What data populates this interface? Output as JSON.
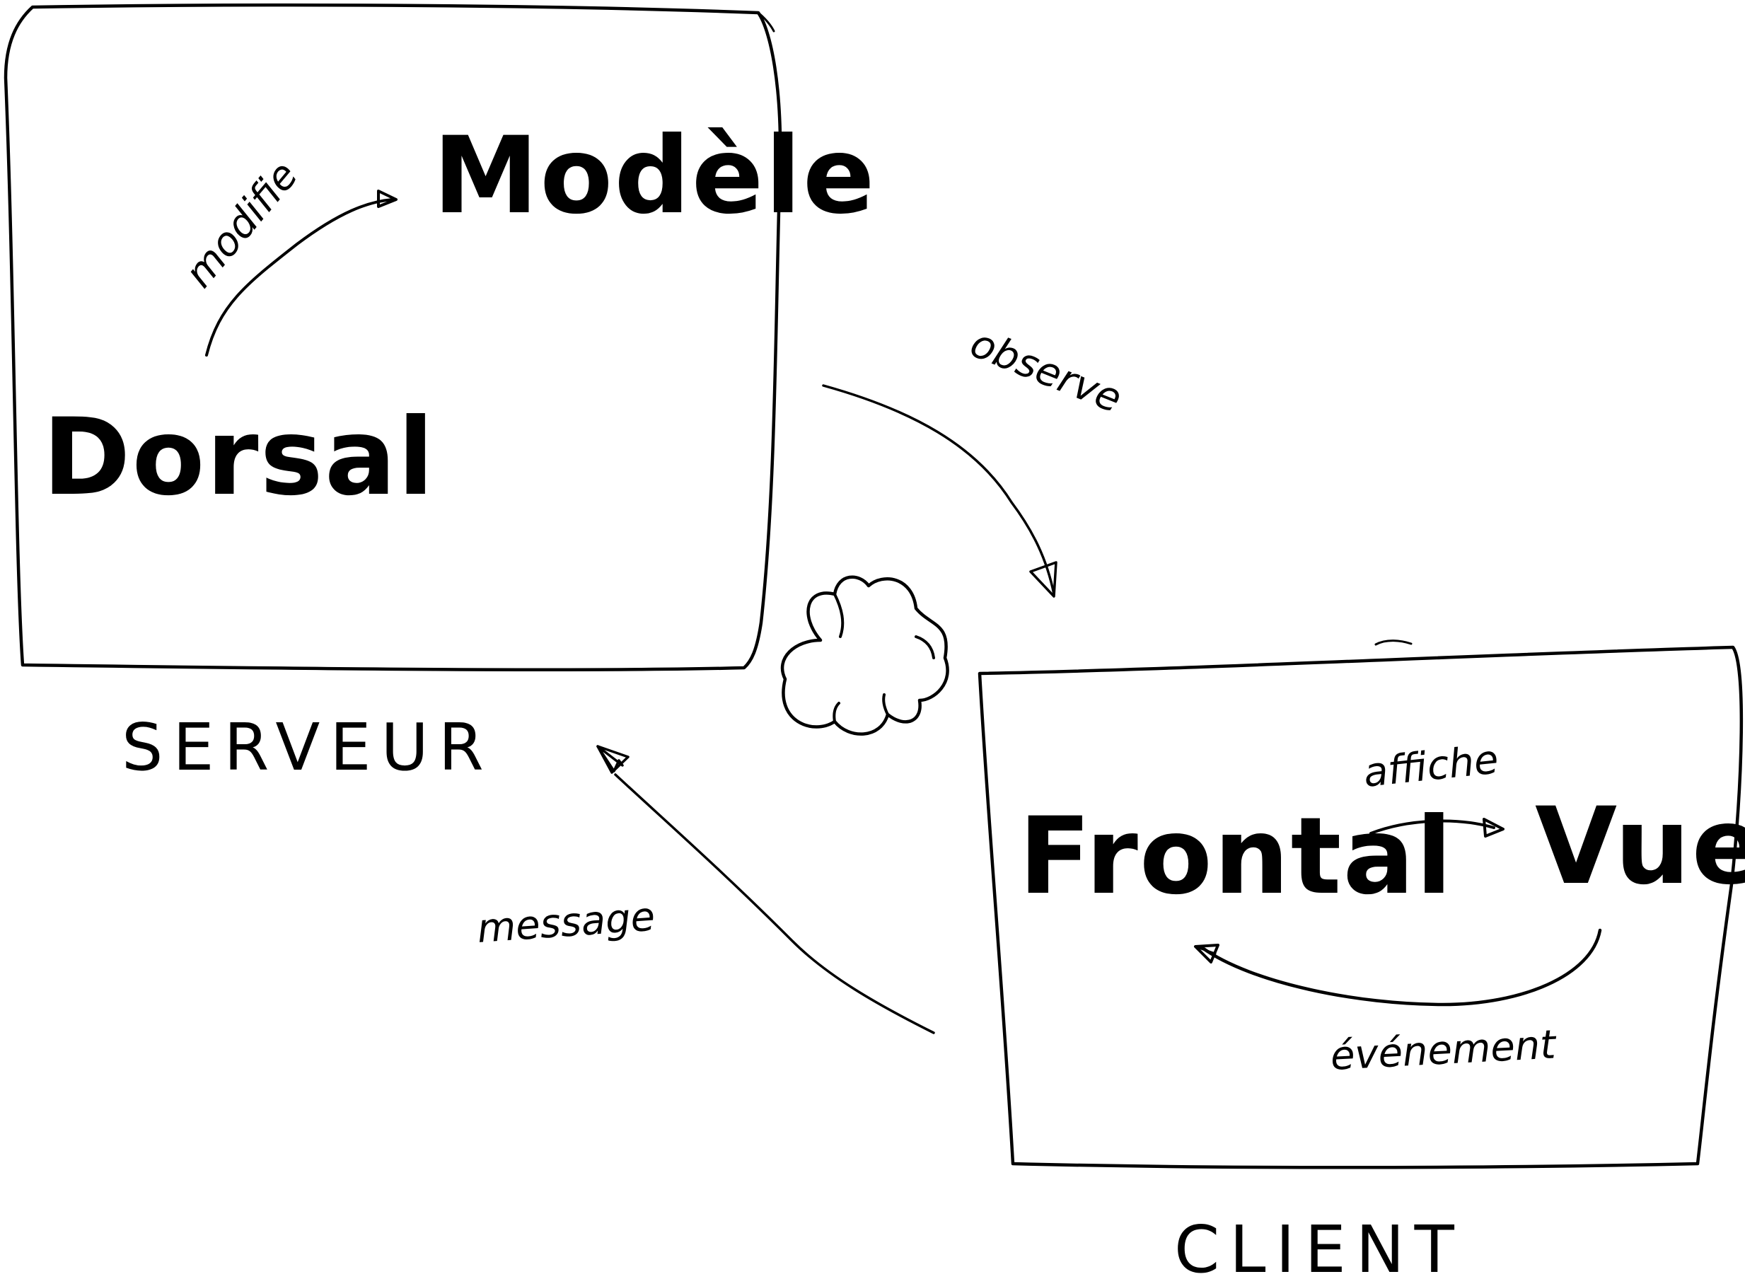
{
  "server": {
    "caption": "SERVEUR",
    "backend_label": "Dorsal",
    "model_label": "Modèle",
    "modifies_label": "modifie"
  },
  "client": {
    "caption": "CLIENT",
    "frontend_label": "Frontal",
    "view_label": "Vue",
    "displays_label": "affiche",
    "event_label": "événement"
  },
  "flows": {
    "observes_label": "observe",
    "message_label": "message"
  },
  "colors": {
    "ink": "#000000",
    "background": "#ffffff"
  }
}
